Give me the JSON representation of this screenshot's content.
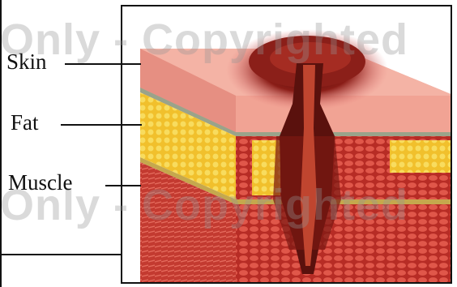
{
  "labels": {
    "skin": "Skin",
    "fat": "Fat",
    "muscle": "Muscle"
  },
  "watermark": {
    "top": "Only - Copyrighted",
    "bottom": "Only - Copyrighted"
  },
  "colors": {
    "skin": "#f3a99c",
    "fat": "#f2c531",
    "muscle": "#d9463c",
    "wound": "#6b1410"
  }
}
